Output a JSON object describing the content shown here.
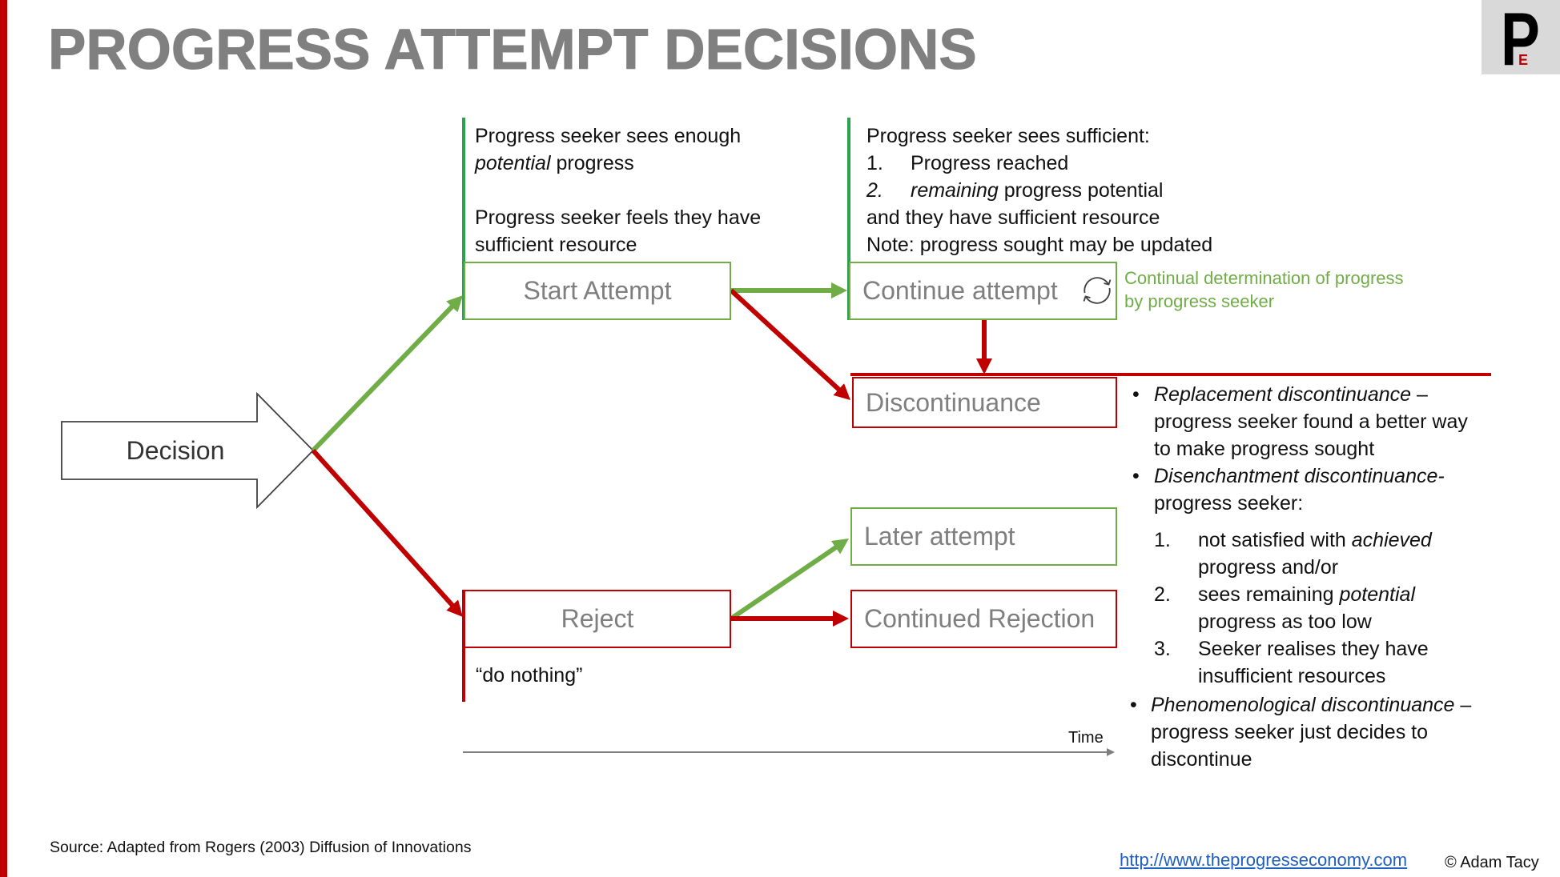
{
  "title": "PROGRESS ATTEMPT DECISIONS",
  "logo": {
    "main_letter": "P",
    "sub_letter": "E"
  },
  "decision": {
    "label": "Decision"
  },
  "start_attempt": {
    "label": "Start Attempt",
    "conditions": {
      "line1": "Progress seeker sees enough",
      "line2_italic": "potential",
      "line2_rest": " progress",
      "line3": "Progress seeker feels they have",
      "line4": "sufficient resource"
    }
  },
  "continue_attempt": {
    "label": "Continue attempt",
    "icon": "cycle-icon",
    "annotation_line1": "Continual determination of progress",
    "annotation_line2": "by progress seeker",
    "conditions": {
      "heading": "Progress seeker sees sufficient:",
      "item1_number": "1.",
      "item1_text": "Progress reached",
      "item2_number": "2.",
      "item2_italic": "remaining",
      "item2_rest": " progress potential",
      "line_resource": "and they have sufficient resource",
      "line_note": "Note: progress sought may be updated"
    }
  },
  "discontinuance": {
    "label": "Discontinuance",
    "types": [
      {
        "bullet": "•",
        "name": "Replacement discontinuance",
        "suffix": " –",
        "lines": [
          "progress seeker found a better way",
          "to make progress sought"
        ]
      },
      {
        "bullet": "•",
        "name": "Disenchantment discontinuance",
        "suffix": "-",
        "lines": [
          "progress seeker:"
        ]
      },
      {
        "bullet": "•",
        "name": "Phenomenological discontinuance",
        "suffix": " –",
        "lines": [
          "progress seeker just decides to",
          "discontinue"
        ]
      }
    ],
    "disenchantment_reasons": [
      {
        "number": "1.",
        "text": "not satisfied with ",
        "italic": "achieved",
        "line2": "progress and/or"
      },
      {
        "number": "2.",
        "text": "sees remaining ",
        "italic": "potential",
        "line2": "progress as too low"
      },
      {
        "number": "3.",
        "text": "Seeker realises they have",
        "line2": "insufficient resources"
      }
    ]
  },
  "reject": {
    "label": "Reject",
    "note": "“do nothing”"
  },
  "later_attempt": {
    "label": "Later attempt"
  },
  "continued_rejection": {
    "label": "Continued Rejection"
  },
  "time_axis": {
    "label": "Time"
  },
  "footer": {
    "source": "Source: Adapted from Rogers (2003) Diffusion of Innovations",
    "link": "http://www.theprogresseconomy.com",
    "copyright": "© Adam Tacy"
  },
  "colors": {
    "accent_red": "#c00000",
    "arrow_green": "#70ad47",
    "line_green": "#2ca24f",
    "title_gray": "#808080",
    "label_gray": "#7f7f7f",
    "link_blue": "#1f5fbf",
    "logo_background": "#d9d9d9"
  }
}
